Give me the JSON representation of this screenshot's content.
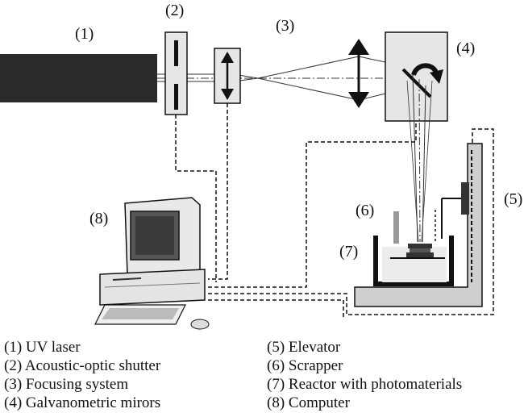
{
  "labels": {
    "l1": "(1)",
    "l2": "(2)",
    "l3": "(3)",
    "l4": "(4)",
    "l5": "(5)",
    "l6": "(6)",
    "l7": "(7)",
    "l8": "(8)"
  },
  "legend": {
    "left": [
      "(1) UV laser",
      "(2) Acoustic-optic shutter",
      "(3) Focusing system",
      "(4) Galvanometric mirors"
    ],
    "right": [
      "(5) Elevator",
      "(6) Scrapper",
      "(7) Reactor with photomaterials",
      "(8) Computer"
    ]
  },
  "colors": {
    "laser": "#2b2b2b",
    "component_fill": "#e6e6e6",
    "floor": "#cfcfcf",
    "line": "#111111"
  }
}
